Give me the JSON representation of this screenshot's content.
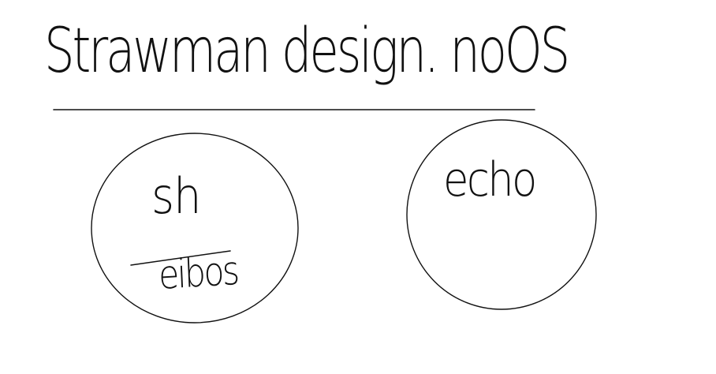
{
  "title": "Strawman design. noOS",
  "nodes": [
    {
      "label": "sh",
      "sublabel": "eibos"
    },
    {
      "label": "echo"
    }
  ],
  "colors": {
    "ink": "#111111",
    "background": "#ffffff"
  }
}
